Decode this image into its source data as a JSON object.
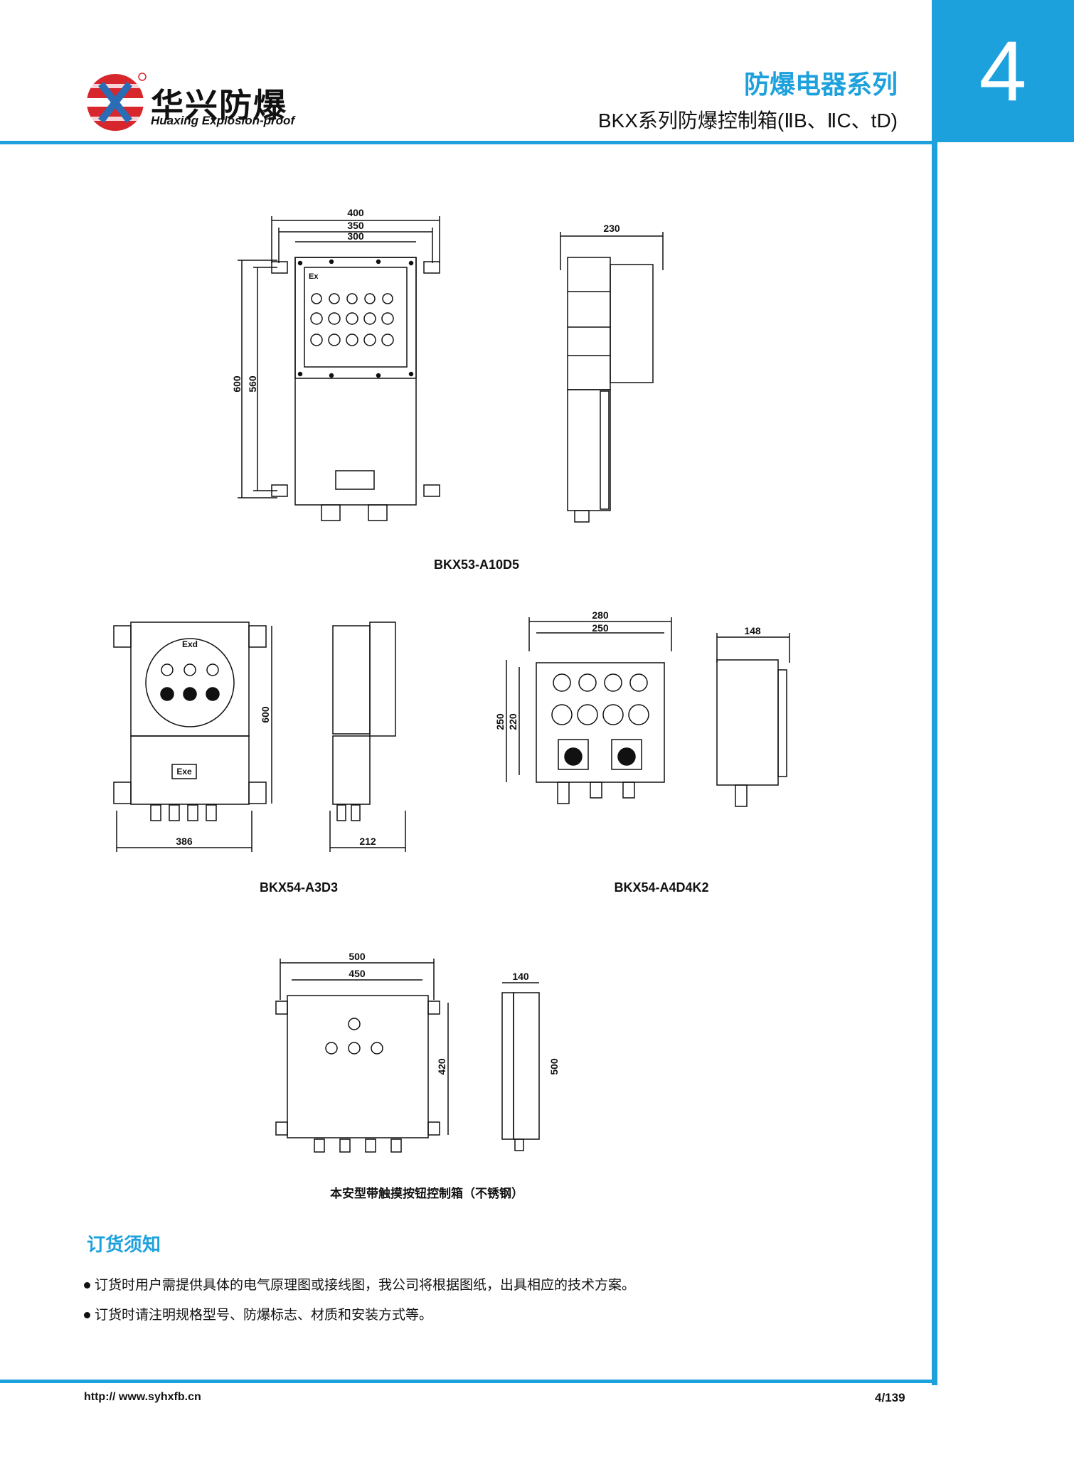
{
  "header": {
    "logo_cn": "华兴防爆",
    "logo_en": "Huaxing Explosion-proof",
    "series": "防爆电器系列",
    "subtitle": "BKX系列防爆控制箱(ⅡB、ⅡC、tD)",
    "chapter": "4",
    "accent_color": "#1da1dc",
    "logo_colors": {
      "red": "#d8262d",
      "blue": "#2a6db5"
    }
  },
  "drawings": {
    "bkx53": {
      "caption": "BKX53-A10D5",
      "dim_400": "400",
      "dim_350": "350",
      "dim_300": "300",
      "dim_600": "600",
      "dim_560": "560",
      "dim_230": "230",
      "ex_mark": "Ex"
    },
    "bkx54_a3d3": {
      "caption": "BKX54-A3D3",
      "dim_600": "600",
      "dim_386": "386",
      "dim_212": "212",
      "mark_exd": "Exd",
      "mark_exe": "Exe"
    },
    "bkx54_a4d4k2": {
      "caption": "BKX54-A4D4K2",
      "dim_280": "280",
      "dim_250": "250",
      "dim_250v": "250",
      "dim_220": "220",
      "dim_148": "148"
    },
    "stainless": {
      "caption": "本安型带触摸按钮控制箱（不锈钢）",
      "dim_500": "500",
      "dim_450": "450",
      "dim_420": "420",
      "dim_140": "140",
      "dim_500v": "500"
    }
  },
  "order": {
    "title": "订货须知",
    "notes": [
      "订货时用户需提供具体的电气原理图或接线图，我公司将根据图纸，出具相应的技术方案。",
      "订货时请注明规格型号、防爆标志、材质和安装方式等。"
    ]
  },
  "footer": {
    "url": "http:// www.syhxfb.cn",
    "page": "4/139"
  }
}
